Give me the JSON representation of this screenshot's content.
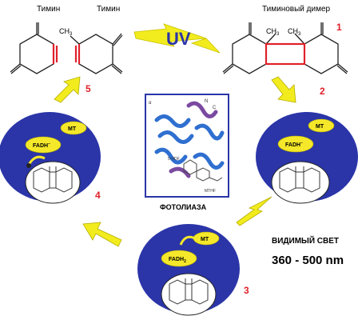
{
  "labels": {
    "thymine_left": "Тимин",
    "thymine_right": "Тимин",
    "thymine_dimer": "Тиминовый димер",
    "uv": "UV",
    "photolyase": "ФОТОЛИАЗА",
    "visible_light": "ВИДИМЫЙ СВЕТ",
    "wavelength": "360 - 500 nm"
  },
  "molecule_text": {
    "ch3": "CH",
    "ch3_sub": "3"
  },
  "steps": {
    "s1": "1",
    "s2": "2",
    "s3": "3",
    "s4": "4",
    "s5": "5"
  },
  "enzyme": {
    "mt": "MT",
    "fadh_minus": "FADH",
    "fadh_minus_sup": "–",
    "fadh2": "FADH",
    "fadh2_sub": "2"
  },
  "crystal_labels": {
    "alpha": "α",
    "n": "N",
    "c": "C",
    "fadh": "5-HDF",
    "mthf": "MTHF"
  },
  "colors": {
    "enzyme_blue": "#2b35a8",
    "cofactor_yellow": "#f5e82a",
    "arrow_yellow": "#f2ec1e",
    "bond_red": "#e0212a",
    "step_red": "#e0212a",
    "protein_blue": "#2f6fd0",
    "protein_purple": "#7a4aa0"
  }
}
